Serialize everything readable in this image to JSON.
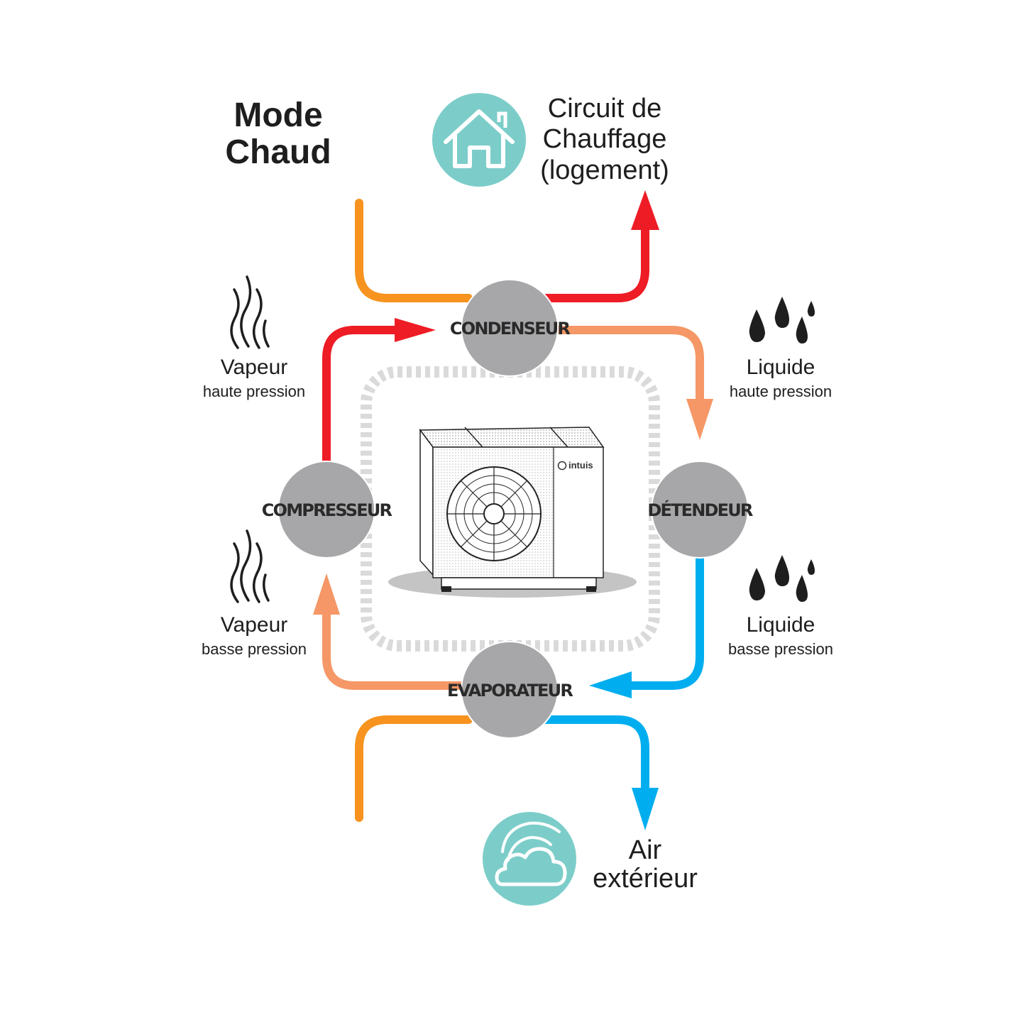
{
  "title": {
    "line1": "Mode",
    "line2": "Chaud"
  },
  "heating_circuit": {
    "line1": "Circuit de",
    "line2": "Chauffage",
    "line3": "(logement)",
    "icon": "house-icon"
  },
  "outdoor_air": {
    "line1": "Air",
    "line2": "extérieur",
    "icon": "cloud-wind-icon"
  },
  "nodes": {
    "condenser": "CONDENSEUR",
    "expander": "DÉTENDEUR",
    "evaporator": "EVAPORATEUR",
    "compressor": "COMPRESSEUR"
  },
  "states": {
    "vapor_high": {
      "main": "Vapeur",
      "sub": "haute pression",
      "icon": "steam-icon"
    },
    "vapor_low": {
      "main": "Vapeur",
      "sub": "basse pression",
      "icon": "steam-icon"
    },
    "liquid_high": {
      "main": "Liquide",
      "sub": "haute pression",
      "icon": "droplets-icon"
    },
    "liquid_low": {
      "main": "Liquide",
      "sub": "basse pression",
      "icon": "droplets-icon"
    }
  },
  "unit": {
    "brand": "intuis",
    "icon": "heat-pump-unit-icon"
  },
  "colors": {
    "hot": "#ee1c25",
    "warm": "#f7931e",
    "light_warm": "#f59766",
    "cold": "#00aeef",
    "node": "#a7a7a9",
    "teal": "#7ccdc9"
  }
}
